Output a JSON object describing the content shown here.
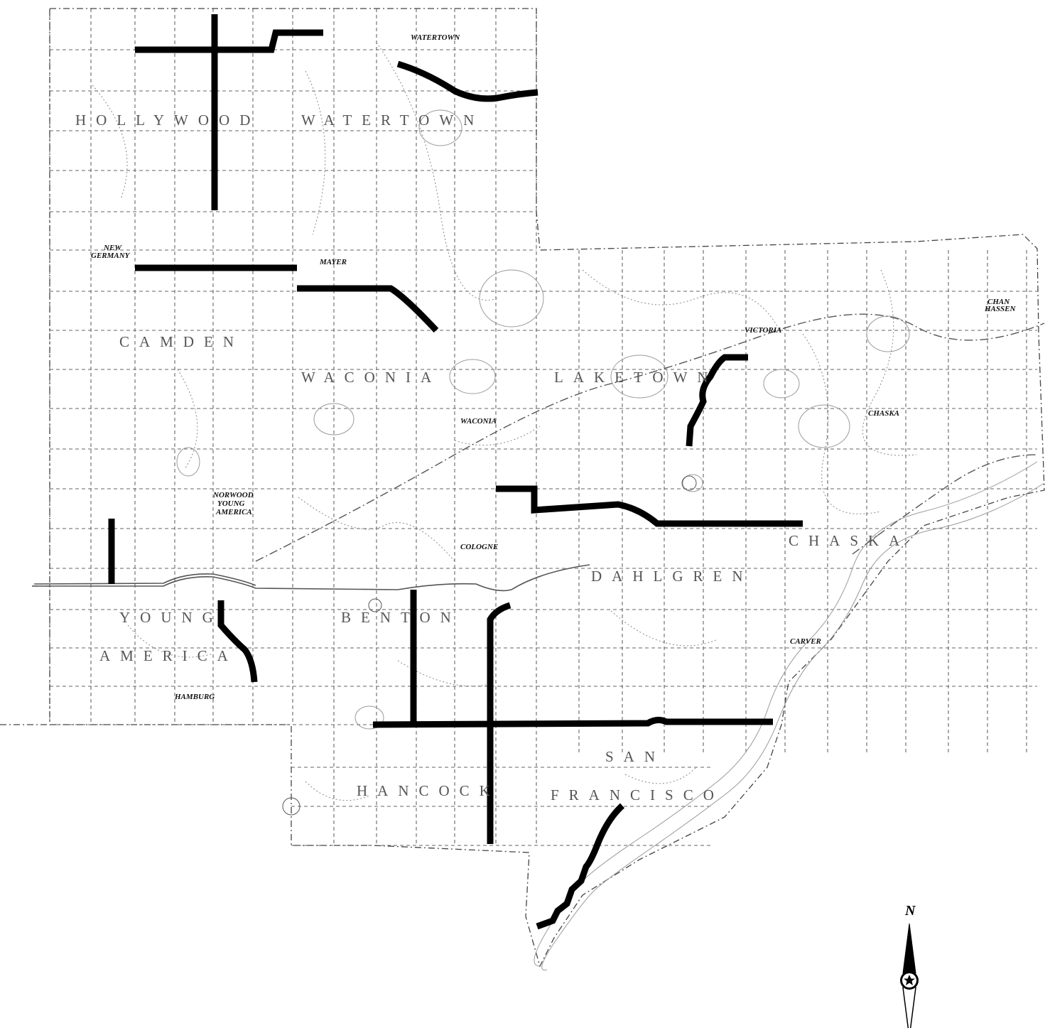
{
  "map": {
    "townships": [
      {
        "id": "hollywood",
        "label": "HOLLYWOOD"
      },
      {
        "id": "watertown",
        "label": "WATERTOWN"
      },
      {
        "id": "camden",
        "label": "CAMDEN"
      },
      {
        "id": "waconia",
        "label": "WACONIA"
      },
      {
        "id": "laketown",
        "label": "LAKETOWN"
      },
      {
        "id": "young",
        "label": "YOUNG"
      },
      {
        "id": "america",
        "label": "AMERICA"
      },
      {
        "id": "benton",
        "label": "BENTON"
      },
      {
        "id": "dahlgren",
        "label": "DAHLGREN"
      },
      {
        "id": "chaska-twp",
        "label": "CHASKA"
      },
      {
        "id": "hancock",
        "label": "HANCOCK"
      },
      {
        "id": "san",
        "label": "SAN"
      },
      {
        "id": "francisco",
        "label": "FRANCISCO"
      }
    ],
    "cities": [
      {
        "id": "watertown-city",
        "lines": [
          "WATERTOWN"
        ]
      },
      {
        "id": "new-germany",
        "lines": [
          "NEW",
          "GERMANY"
        ]
      },
      {
        "id": "mayer",
        "lines": [
          "MAYER"
        ]
      },
      {
        "id": "victoria",
        "lines": [
          "VICTORIA"
        ]
      },
      {
        "id": "chanhassen",
        "lines": [
          "CHAN",
          "HASSEN"
        ]
      },
      {
        "id": "chaska-city",
        "lines": [
          "CHASKA"
        ]
      },
      {
        "id": "waconia-city",
        "lines": [
          "WACONIA"
        ]
      },
      {
        "id": "norwood",
        "lines": [
          "NORWOOD",
          "YOUNG",
          "AMERICA"
        ]
      },
      {
        "id": "cologne",
        "lines": [
          "COLOGNE"
        ]
      },
      {
        "id": "carver",
        "lines": [
          "CARVER"
        ]
      },
      {
        "id": "hamburg",
        "lines": [
          "HAMBURG"
        ]
      }
    ],
    "route_color": "#000000",
    "north_arrow": {
      "icon": "compass-star-icon",
      "letter": "N"
    }
  }
}
